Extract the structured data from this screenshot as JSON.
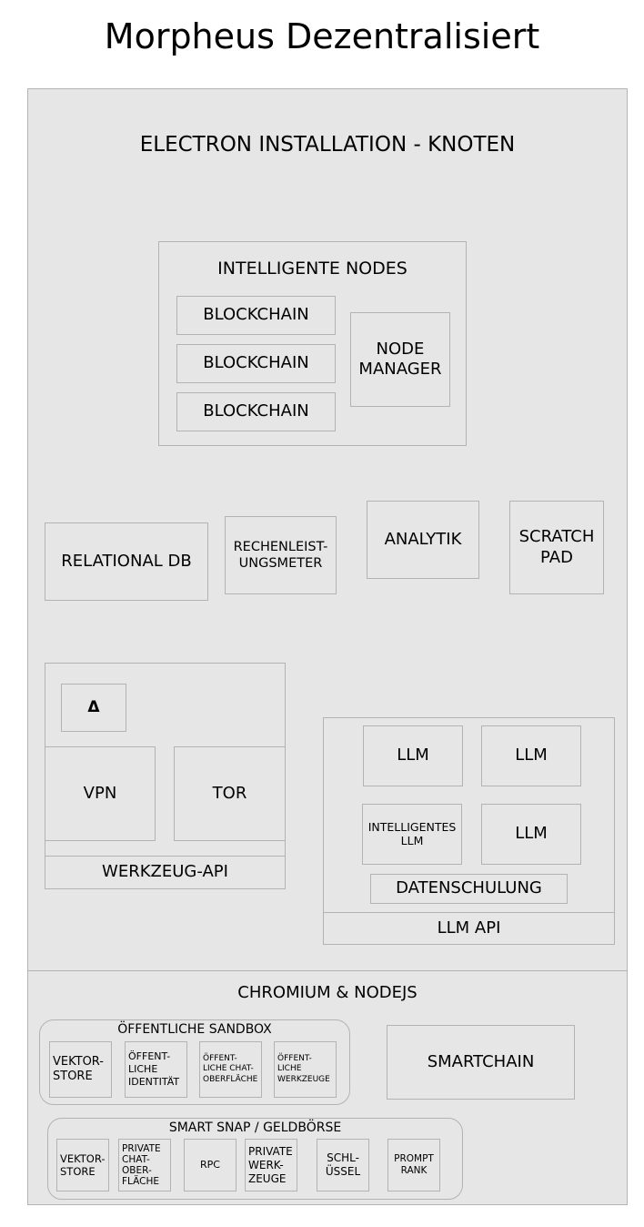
{
  "title": "Morpheus Dezentralisiert",
  "electron": {
    "label": "ELECTRON INSTALLATION - KNOTEN",
    "intelligent_nodes": {
      "label": "INTELLIGENTE NODES",
      "blockchains": [
        "BLOCKCHAIN",
        "BLOCKCHAIN",
        "BLOCKCHAIN"
      ],
      "node_manager": "NODE\nMANAGER"
    },
    "relational_db": "RELATIONAL DB",
    "rechenleistungsmeter": "RECHENLEIST-\nUNGSMETER",
    "analytik": "ANALYTIK",
    "scratch_pad": "SCRATCH\nPAD",
    "werkzeug": {
      "delta": "Δ",
      "vpn": "VPN",
      "tor": "TOR",
      "api_label": "WERKZEUG-API"
    },
    "llm": {
      "llm1": "LLM",
      "llm2": "LLM",
      "intelligentes_llm": "INTELLIGENTES\nLLM",
      "llm3": "LLM",
      "datenschulung": "DATENSCHULUNG",
      "api_label": "LLM API"
    }
  },
  "chromium": {
    "label": "CHROMIUM & NODEJS",
    "public_sandbox": {
      "label": "ÖFFENTLICHE SANDBOX",
      "items": [
        "VEKTOR-\nSTORE",
        "ÖFFENT-\nLICHE\nIDENTITÄT",
        "ÖFFENT-\nLICHE CHAT-\nOBERFLÄCHE",
        "ÖFFENT-\nLICHE\nWERKZEUGE"
      ]
    },
    "smartchain": "SMARTCHAIN",
    "smart_snap": {
      "label": "SMART SNAP / GELDBÖRSE",
      "items": [
        "VEKTOR-\nSTORE",
        "PRIVATE\nCHAT-\nOBER-\nFLÄCHE",
        "RPC",
        "PRIVATE\nWERK-\nZEUGE",
        "SCHL-\nÜSSEL",
        "PROMPT\nRANK"
      ]
    }
  }
}
